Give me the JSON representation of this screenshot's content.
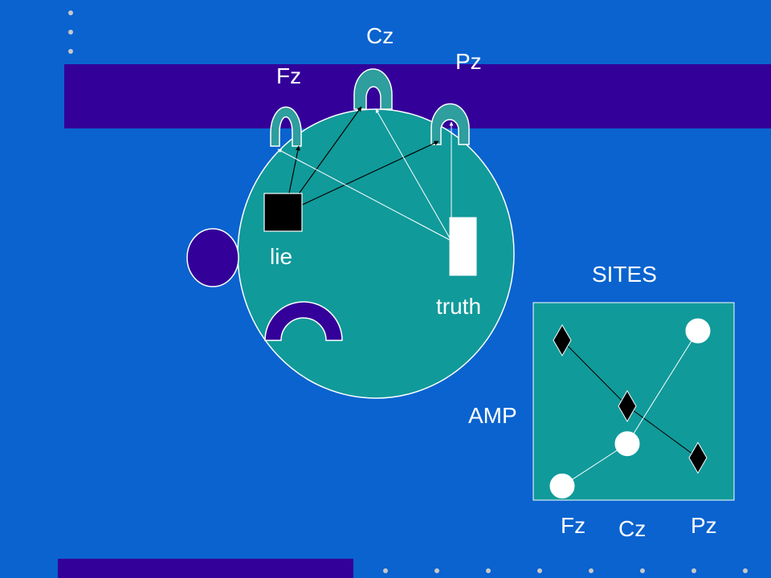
{
  "colors": {
    "background": "#0A63CF",
    "band": "#330099",
    "head": "#119A9A",
    "electrode": "#2E9E9E",
    "ear": "#330099",
    "lie_marker": "#000000",
    "truth_marker": "#FFFFFF",
    "bullet": "#C8C8C8"
  },
  "head_diagram": {
    "electrodes": {
      "fz": "Fz",
      "cz": "Cz",
      "pz": "Pz"
    },
    "lie_label": "lie",
    "truth_label": "truth"
  },
  "chart_data": {
    "type": "line",
    "title": "SITES",
    "ylabel": "AMP",
    "categories": [
      "Fz",
      "Cz",
      "Pz"
    ],
    "series": [
      {
        "marker": "diamond",
        "color": "#000000",
        "values": [
          3.4,
          2.0,
          0.9
        ]
      },
      {
        "marker": "circle",
        "color": "#FFFFFF",
        "values": [
          0.3,
          1.2,
          3.6
        ]
      }
    ],
    "ylim": [
      0,
      4.2
    ]
  }
}
